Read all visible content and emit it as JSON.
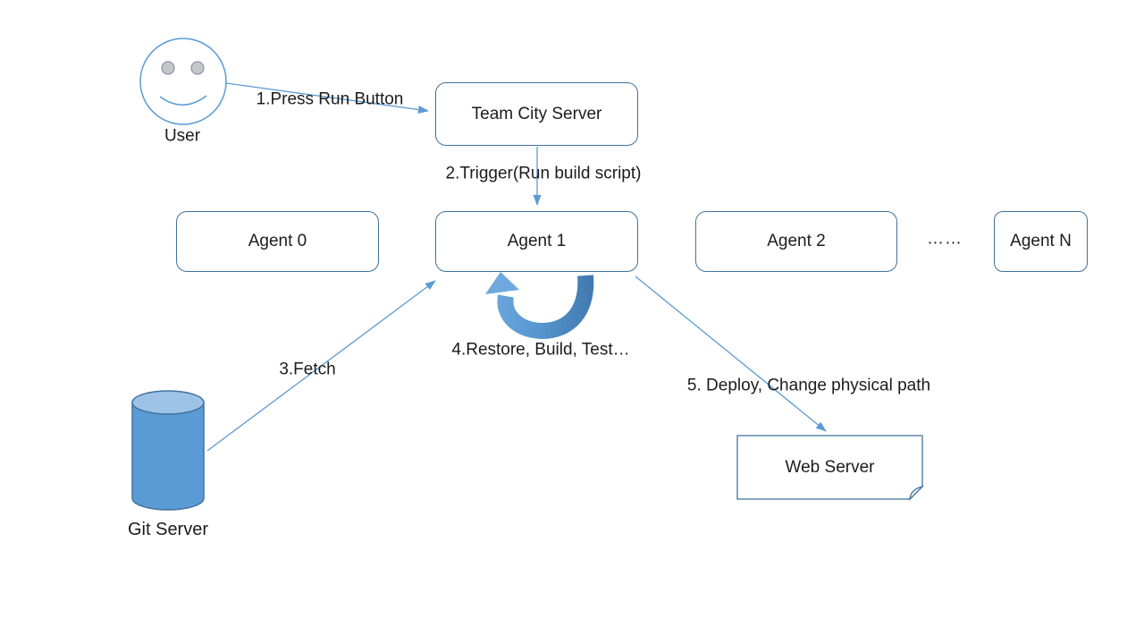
{
  "diagram": {
    "title_implicit": "TeamCity build and deploy flow",
    "nodes": {
      "user": {
        "label": "User",
        "shape": "smiley-face"
      },
      "teamcity": {
        "label": "Team City Server",
        "shape": "rounded-rect"
      },
      "agent0": {
        "label": "Agent 0",
        "shape": "rounded-rect"
      },
      "agent1": {
        "label": "Agent 1",
        "shape": "rounded-rect"
      },
      "agent2": {
        "label": "Agent 2",
        "shape": "rounded-rect"
      },
      "agent_more": {
        "label": "……",
        "shape": "text"
      },
      "agentN": {
        "label": "Agent N",
        "shape": "rounded-rect"
      },
      "git": {
        "label": "Git Server",
        "shape": "cylinder"
      },
      "web": {
        "label": "Web Server",
        "shape": "folded-note"
      }
    },
    "steps": {
      "step1": "1.Press Run Button",
      "step2": "2.Trigger(Run build script)",
      "step3": "3.Fetch",
      "step4": "4.Restore, Build, Test…",
      "step5": "5. Deploy, Change physical path"
    },
    "edges": [
      {
        "from": "user",
        "to": "teamcity",
        "label_key": "step1"
      },
      {
        "from": "teamcity",
        "to": "agent1",
        "label_key": "step2"
      },
      {
        "from": "git",
        "to": "agent1",
        "label_key": "step3"
      },
      {
        "from": "agent1",
        "to": "agent1",
        "label_key": "step4",
        "style": "thick-self-loop"
      },
      {
        "from": "agent1",
        "to": "web",
        "label_key": "step5"
      }
    ],
    "colors": {
      "connector_line": "#5B9BD5",
      "box_border": "#41719C",
      "cylinder_body": "#5B9BD5",
      "cylinder_top": "#9DC3E6",
      "loop_dark": "#3E76AC",
      "loop_light": "#6FA8DC",
      "eye_fill": "#C6C6C6",
      "eye_stroke": "#8496A9",
      "text": "#1c1c1c",
      "background": "#ffffff"
    }
  }
}
